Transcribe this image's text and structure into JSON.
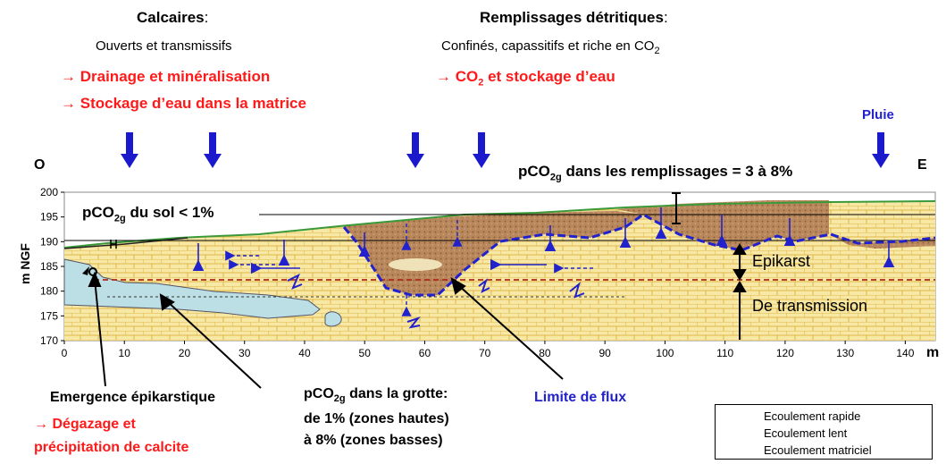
{
  "header_left": {
    "title": "Calcaires",
    "colon": ":",
    "subtitle": "Ouverts et transmissifs",
    "bullets": [
      "Drainage et minéralisation",
      "Stockage d’eau dans la matrice"
    ]
  },
  "header_right": {
    "title": "Remplissages détritiques",
    "colon": ":",
    "subtitle_main": "Confinés, capassitifs et riche en CO",
    "subtitle_sub": "2",
    "bullet_main": "CO",
    "bullet_sub": "2",
    "bullet_rest": " et stockage d’eau"
  },
  "labels": {
    "west": "O",
    "east": "E",
    "rain": "Pluie",
    "pco2_fill_main": "pCO",
    "pco2_fill_sub": "2g",
    "pco2_fill_rest": " dans les remplissages = 3 à 8%",
    "pco2_soil_main": "pCO",
    "pco2_soil_sub": "2g",
    "pco2_soil_rest": " du sol < 1%",
    "epikarst": "Epikarst",
    "transmission": "De transmission",
    "y_axis": "m NGF",
    "x_axis": "m",
    "emergence": "Emergence épikarstique",
    "emergence_b1": "Dégazage et",
    "emergence_b2": "précipitation de calcite",
    "grotte_main": "pCO",
    "grotte_sub": "2g",
    "grotte_rest": " dans la grotte:",
    "grotte_l2": "de 1% (zones hautes)",
    "grotte_l3": "à 8% (zones basses)",
    "flux": "Limite de flux"
  },
  "legend": [
    "Ecoulement rapide",
    "Ecoulement lent",
    "Ecoulement matriciel"
  ],
  "chart_data": {
    "type": "diagram",
    "x_ticks": [
      0,
      10,
      20,
      30,
      40,
      50,
      60,
      70,
      80,
      90,
      100,
      110,
      120,
      130,
      140
    ],
    "y_ticks": [
      200,
      195,
      190,
      185,
      180,
      175,
      170
    ],
    "xlim": [
      0,
      145
    ],
    "ylim": [
      170,
      200
    ]
  },
  "colors": {
    "limestone": "#f5e6a0",
    "brick_line": "#d9a520",
    "fill": "#b5825a",
    "cave": "#b9dde3",
    "flow": "#2222cc",
    "accent_red": "#ff1a1a",
    "ground": "#3a9a3a"
  }
}
